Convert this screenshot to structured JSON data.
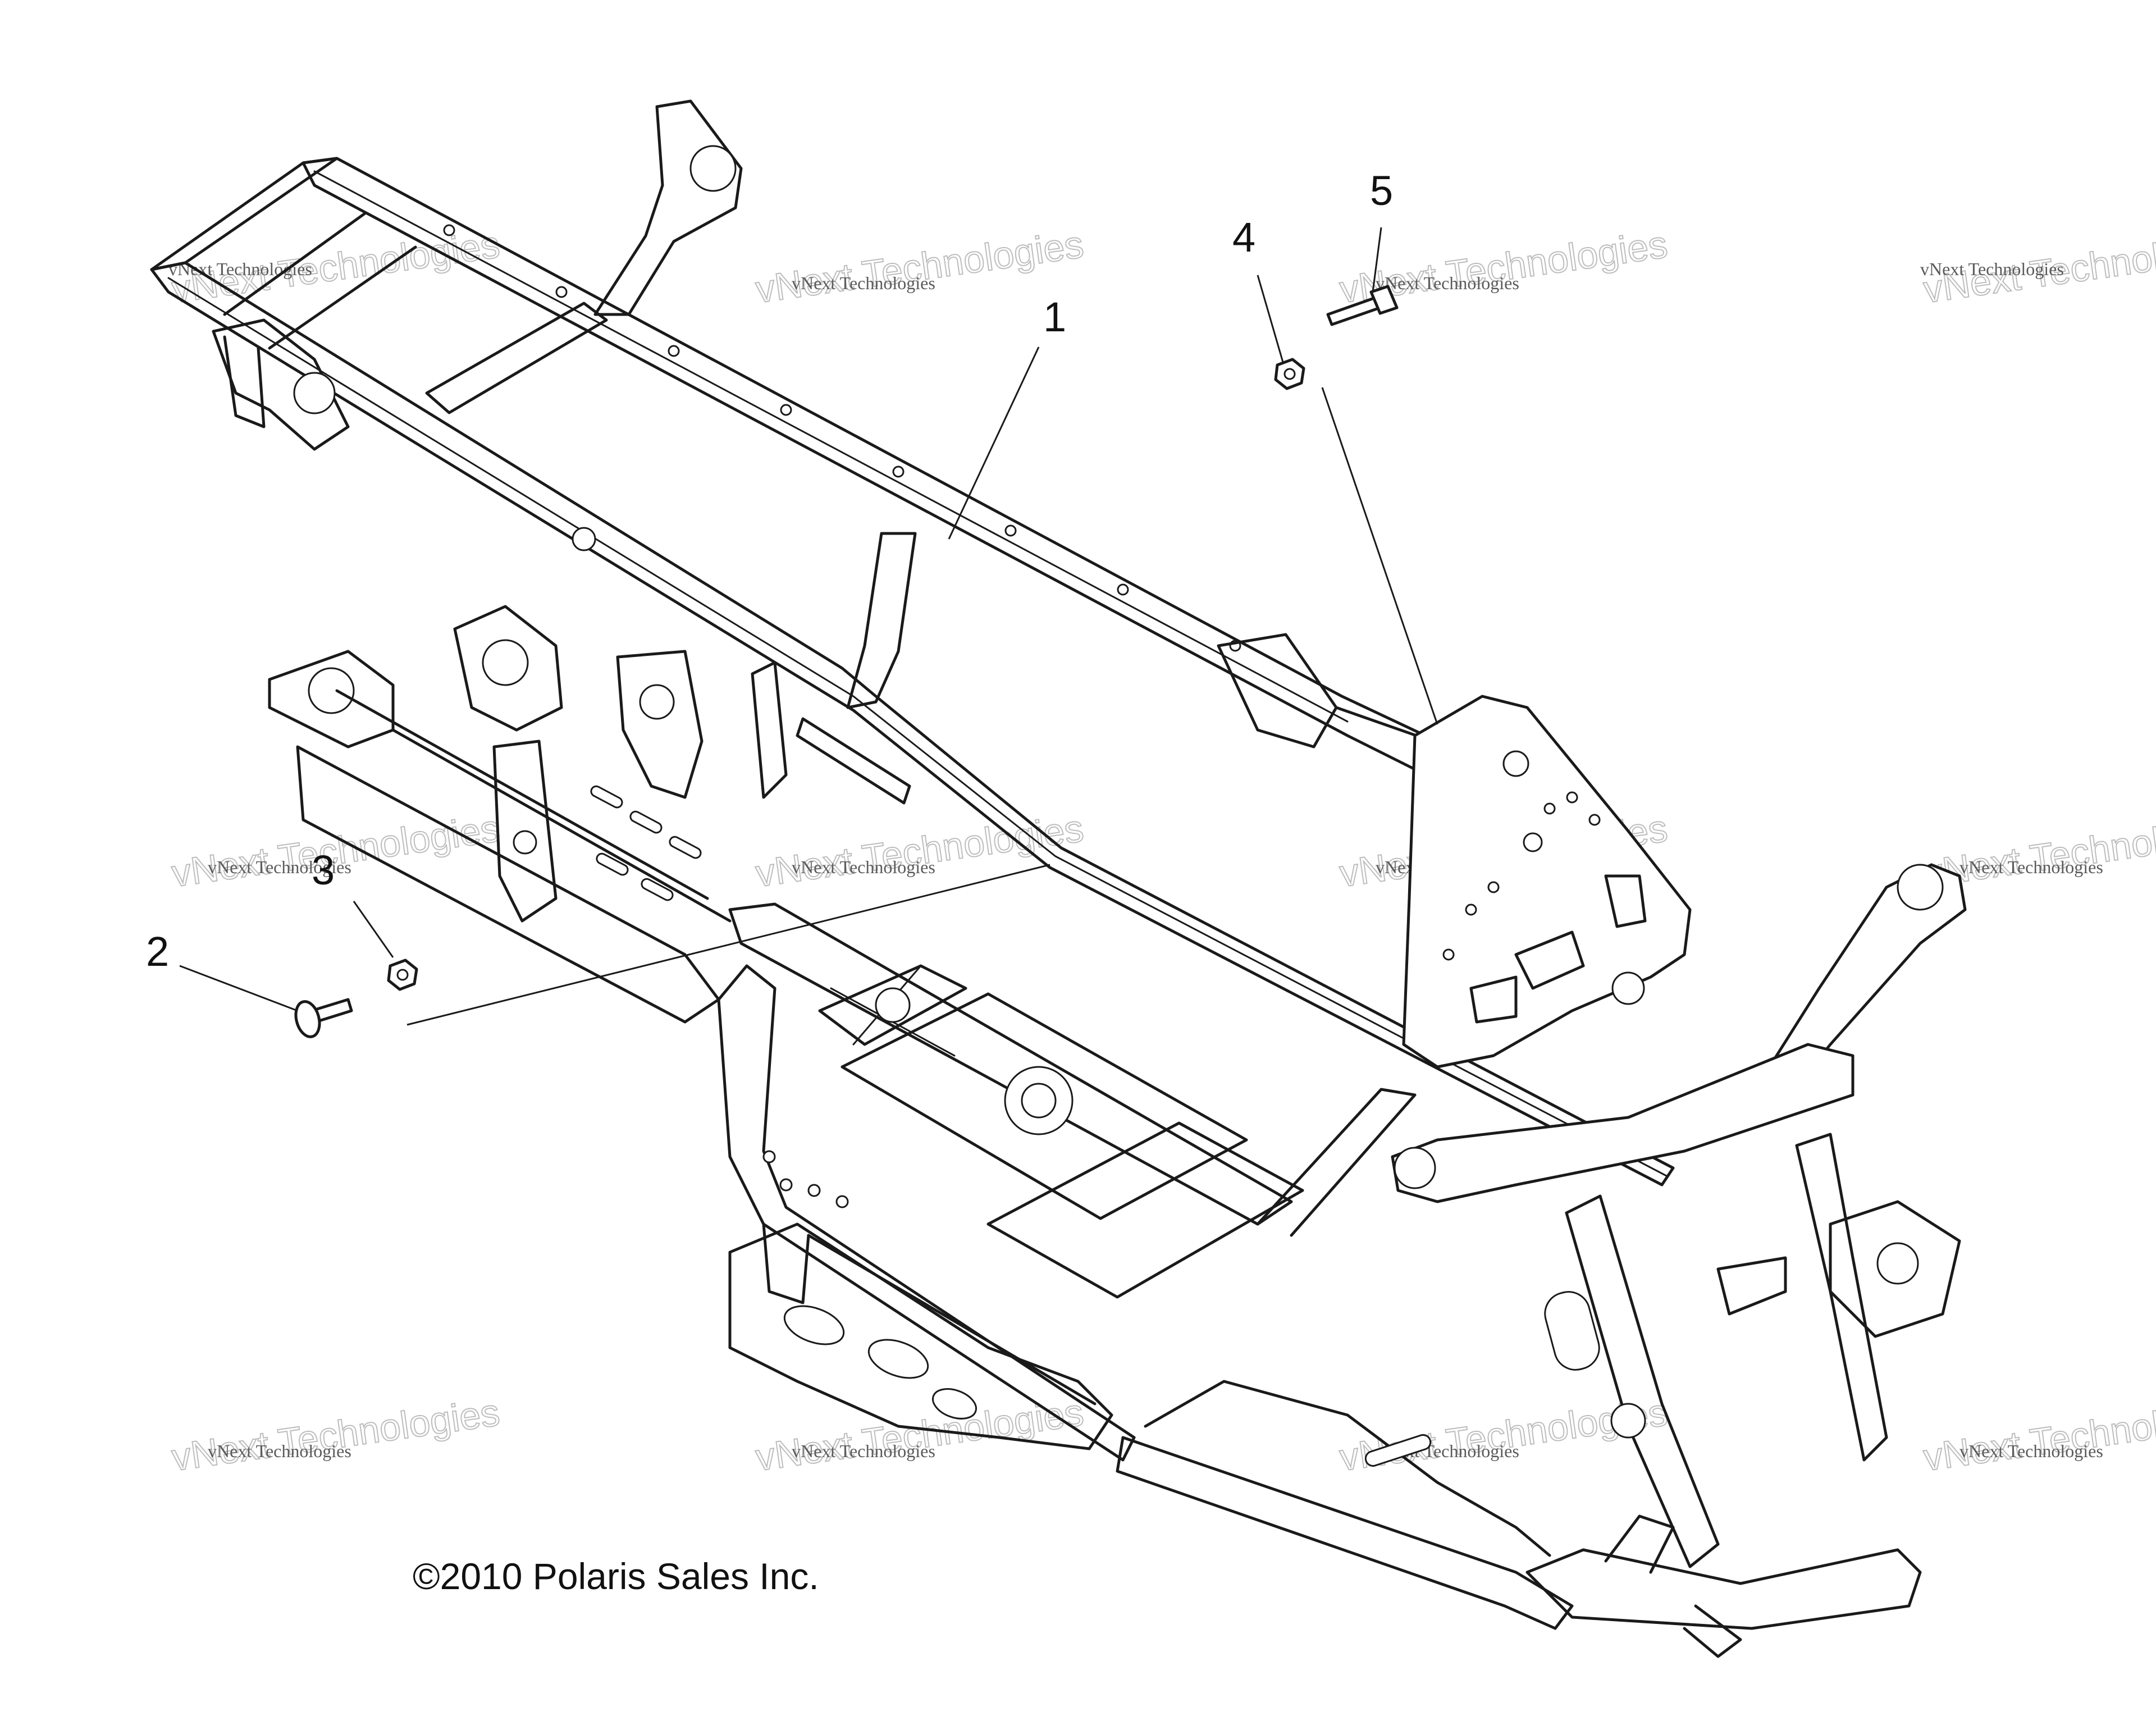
{
  "callouts": {
    "c1": "1",
    "c2": "2",
    "c3": "3",
    "c4": "4",
    "c5": "5"
  },
  "copyright": "©2010 Polaris Sales Inc.",
  "watermark": {
    "line1": "vNext Technologies",
    "big": "vNext Technologies"
  },
  "colors": {
    "line": "#1a1a1a",
    "background": "#ffffff",
    "watermark": "#bdbdbd"
  }
}
